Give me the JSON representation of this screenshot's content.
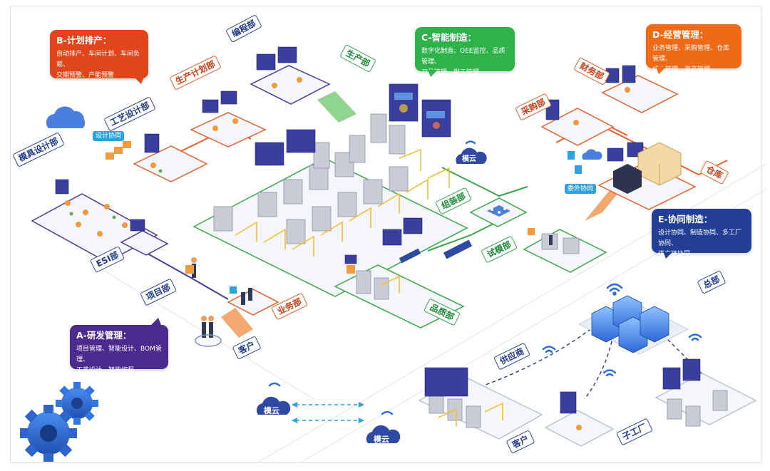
{
  "boxes": {
    "b": {
      "title": "B-计划排产：",
      "lines": [
        "自动排产、车间计划、车间负载、",
        "交期预警、产能预警"
      ],
      "color": "#e0451b"
    },
    "c": {
      "title": "C-智能制造：",
      "lines": [
        "数字化制造、OEE监控、品质管理、",
        "刀具管理、钳工管理"
      ],
      "color": "#2fb24a"
    },
    "d": {
      "title": "D-经营管理：",
      "lines": [
        "业务管理、采购管理、仓库管理、",
        "成本管理、资产管理"
      ],
      "color": "#ef6a17"
    },
    "e": {
      "title": "E-协同制造：",
      "lines": [
        "设计协同、制造协同、多工厂协同、",
        "供应链协同"
      ],
      "color": "#223f95"
    },
    "a": {
      "title": "A-研发管理：",
      "lines": [
        "项目管理、智能设计、BOM管理、",
        "工艺设计、智能编程"
      ],
      "color": "#4b2b8e"
    }
  },
  "departments": {
    "biancheng": "编程部",
    "shengchan_jihua": "生产计划部",
    "gongyi_sheji": "工艺设计部",
    "moju_sheji": "模具设计部",
    "esi": "ESI部",
    "xiangmu": "项目部",
    "yewu": "业务部",
    "kehu_left": "客户",
    "shengchan": "生产部",
    "zuzhuang": "组装部",
    "shimo": "试模部",
    "pinzhi": "品质部",
    "caiwu": "财务部",
    "caigou": "采购部",
    "cangku": "仓库",
    "zongbu": "总部",
    "gongyingshang": "供应商",
    "kehu_right": "客户",
    "zigongchang": "子工厂"
  },
  "tags": {
    "sheji_xietong": "设计协同",
    "weiwai_xietong": "委外协同"
  },
  "clouds": {
    "c1": "模云",
    "c2": "模云",
    "c3": "模云"
  },
  "colors": {
    "orange_line": "#e8612c",
    "green_line": "#39a84a",
    "purple_line": "#4b3a9a",
    "platform": "#f4f6fb",
    "machine": "#c9ccd6",
    "screen": "#3a3f9e",
    "yellow": "#f2c12e",
    "gear": "#2f6fd6"
  }
}
